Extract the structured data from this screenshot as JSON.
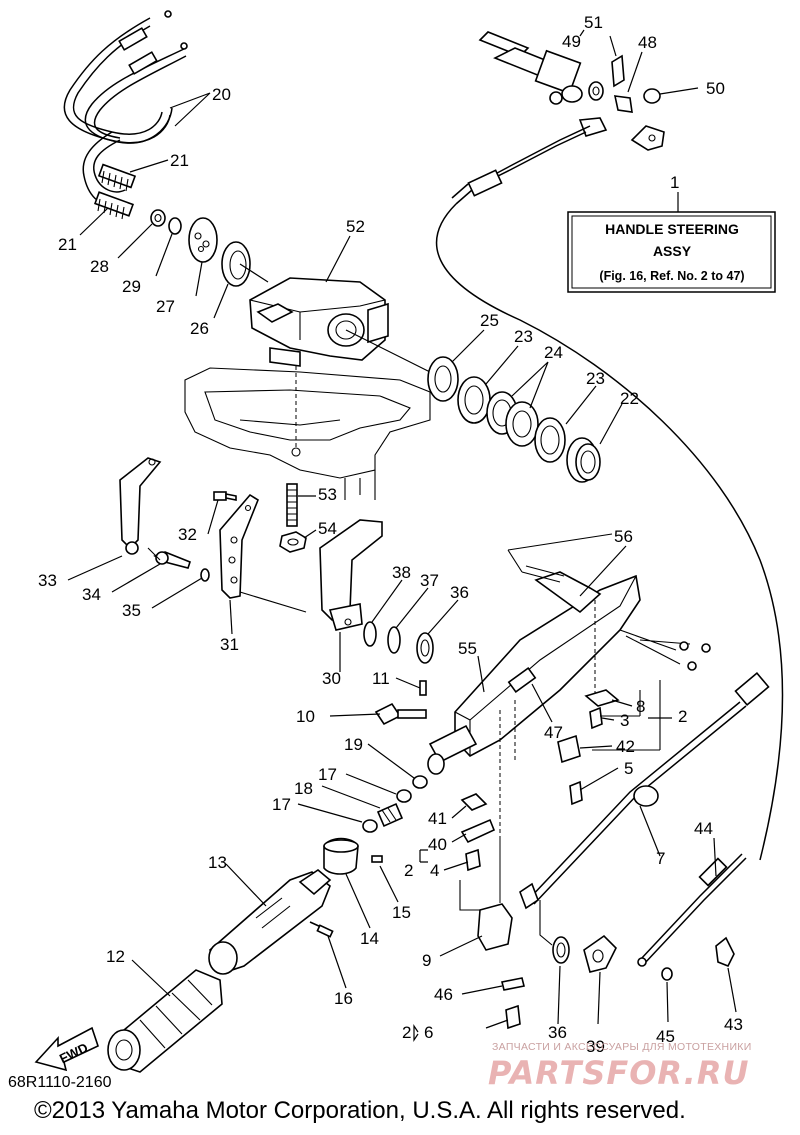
{
  "assy_box": {
    "ref": "1",
    "line1": "HANDLE STEERING",
    "line2": "ASSY",
    "line3": "(Fig. 16, Ref. No. 2 to 47)"
  },
  "callouts": {
    "c2a": "2",
    "c2b": "2",
    "c2c": "2",
    "c3": "3",
    "c4": "4",
    "c5": "5",
    "c6": "6",
    "c7": "7",
    "c8": "8",
    "c9": "9",
    "c10": "10",
    "c11": "11",
    "c12": "12",
    "c13": "13",
    "c14": "14",
    "c15": "15",
    "c16": "16",
    "c17a": "17",
    "c17b": "17",
    "c18": "18",
    "c19": "19",
    "c20": "20",
    "c21a": "21",
    "c21b": "21",
    "c22": "22",
    "c23a": "23",
    "c23b": "23",
    "c24": "24",
    "c25": "25",
    "c26": "26",
    "c27": "27",
    "c28": "28",
    "c29": "29",
    "c30": "30",
    "c31": "31",
    "c32": "32",
    "c33": "33",
    "c34": "34",
    "c35": "35",
    "c36a": "36",
    "c36b": "36",
    "c37": "37",
    "c38": "38",
    "c39": "39",
    "c40": "40",
    "c41": "41",
    "c42": "42",
    "c43": "43",
    "c44": "44",
    "c45": "45",
    "c46": "46",
    "c47": "47",
    "c48": "48",
    "c49": "49",
    "c50": "50",
    "c51": "51",
    "c52": "52",
    "c53": "53",
    "c54": "54",
    "c55": "55",
    "c56": "56"
  },
  "fwd_label": "FWD",
  "diagram_code": "68R1110-2160",
  "copyright": "©2013 Yamaha Motor Corporation, U.S.A. All rights reserved.",
  "watermark": {
    "tagline": "ЗАПЧАСТИ И АКСЕССУАРЫ ДЛЯ МОТОТЕХНИКИ",
    "brand": "PARTSFOR.RU"
  }
}
